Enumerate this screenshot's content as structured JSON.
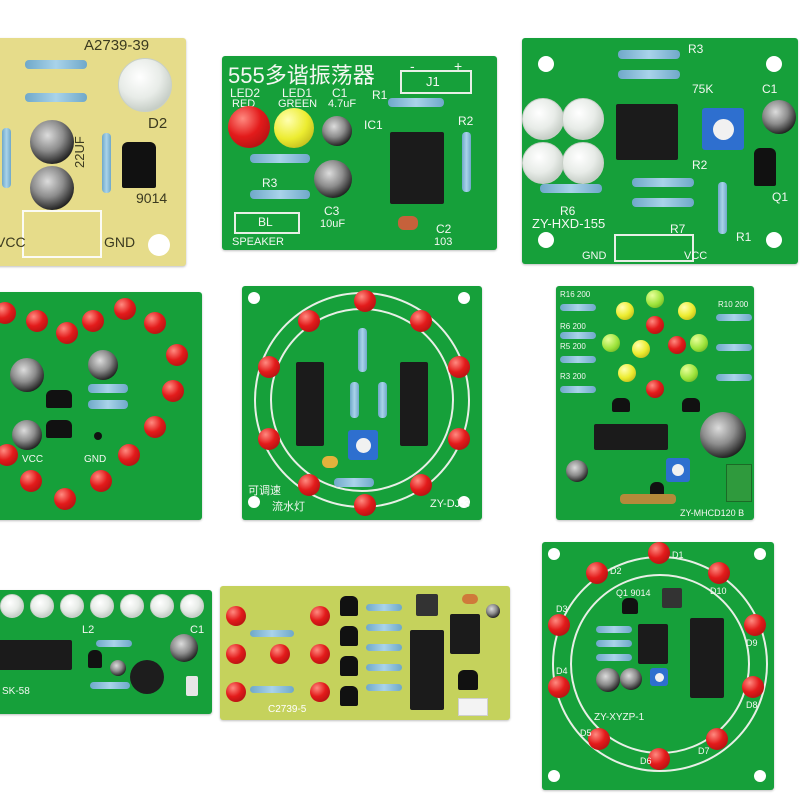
{
  "boards": {
    "b1": {
      "label_top": "A2739-39",
      "label_d2": "D2",
      "label_9014": "9014",
      "label_vcc": "VCC",
      "label_gnd": "GND",
      "label_22uf": "22UF"
    },
    "b2": {
      "title": "555多谐振荡器",
      "led2": "LED2",
      "red": "RED",
      "led1": "LED1",
      "green": "GREEN",
      "c1": "C1",
      "c1_val": "4.7uF",
      "r1": "R1",
      "j1": "J1",
      "minus": "-",
      "plus": "+",
      "ic1": "IC1",
      "r2": "R2",
      "r3": "R3",
      "c3": "C3",
      "c3_val": "10uF",
      "bl": "BL",
      "speaker": "SPEAKER",
      "c2": "C2",
      "c2_val": "103"
    },
    "b3": {
      "r3": "R3",
      "k75": "75K",
      "c1": "C1",
      "r2": "R2",
      "q1": "Q1",
      "r6": "R6",
      "model": "ZY-HXD-155",
      "r7": "R7",
      "r1": "R1",
      "gnd": "GND",
      "vcc": "VCC"
    },
    "b4": {
      "vcc": "VCC",
      "gnd": "GND"
    },
    "b5": {
      "model": "ZY-DJ-3",
      "cn1": "可调速",
      "cn2": "流水灯"
    },
    "b6": {
      "model": "ZY-MHCD120 B",
      "r_labels": [
        "R16 200",
        "R6 200",
        "R5 200",
        "R10 200",
        "R3 200"
      ]
    },
    "b7": {
      "l2": "L2",
      "c1": "C1",
      "model": "SK-58"
    },
    "b8": {
      "model": "C2739-5"
    },
    "b9": {
      "model": "ZY-XYZP-1",
      "q1": "Q1 9014",
      "d1": "D1",
      "d2": "D2",
      "d3": "D3",
      "d4": "D4",
      "d5": "D5",
      "d6": "D6",
      "d7": "D7",
      "d8": "D8",
      "d9": "D9",
      "d10": "D10"
    }
  },
  "colors": {
    "pcb_green": "#16a03a",
    "pcb_yellow": "#e6dc8a",
    "led_red": "#e31b1b",
    "silkscreen": "#f4f7f2"
  }
}
